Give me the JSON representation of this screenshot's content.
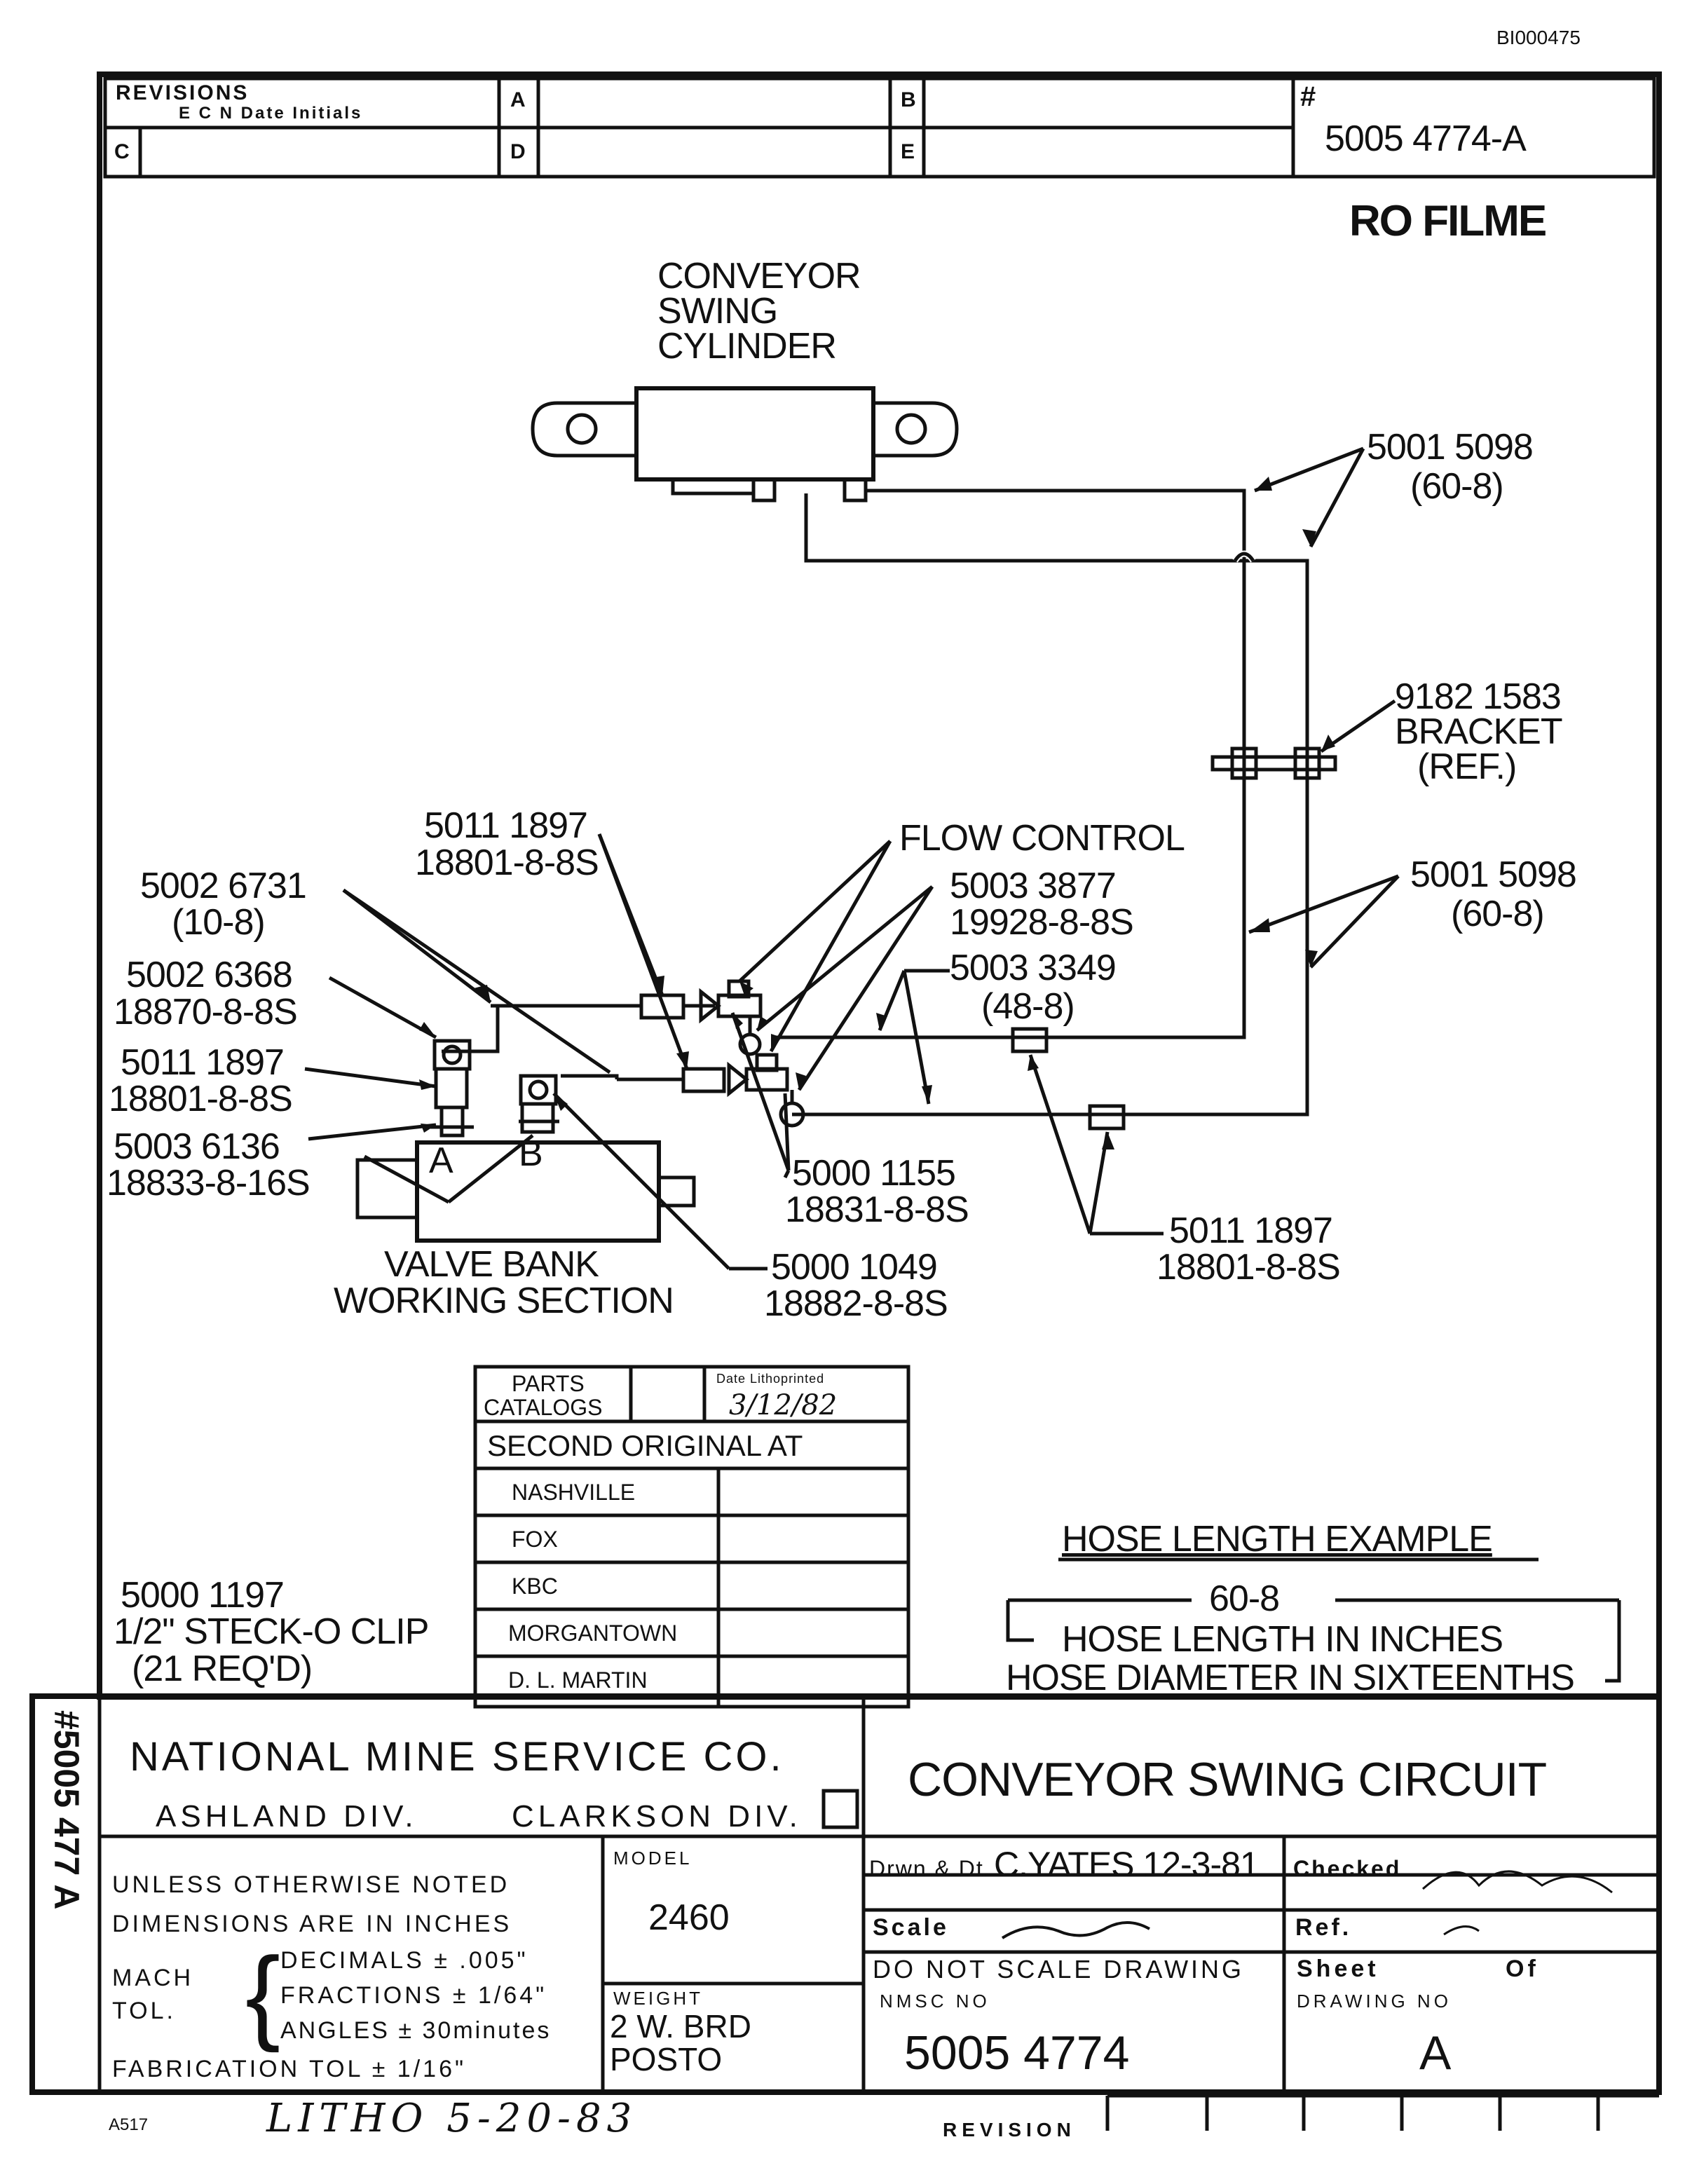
{
  "doc_id": "BI000475",
  "revisions": {
    "heading": "REVISIONS",
    "subheading": "E C N  Date  Initials",
    "slots": [
      "A",
      "B",
      "C",
      "D",
      "E"
    ]
  },
  "drawing_ref": "5005 4774-A",
  "stamp_partial": "RO FILME",
  "components": {
    "cylinder": [
      "CONVEYOR",
      "SWING",
      "CYLINDER"
    ],
    "hose_upper_a": [
      "5001 5098",
      "(60-8)"
    ],
    "bracket": [
      "9182 1583",
      "BRACKET",
      "(REF.)"
    ],
    "hose_upper_b": [
      "5001 5098",
      "(60-8)"
    ],
    "flow_control": "FLOW CONTROL",
    "fitting_top": [
      "5011 1897",
      "18801-8-8S"
    ],
    "part_26731": [
      "5002 6731",
      "(10-8)"
    ],
    "part_33877": [
      "5003 3877",
      "19928-8-8S"
    ],
    "part_33349": [
      "5003 3349",
      "(48-8)"
    ],
    "part_26368": [
      "5002 6368",
      "18870-8-8S"
    ],
    "fitting_left": [
      "5011 1897",
      "18801-8-8S"
    ],
    "part_36136": [
      "5003 6136",
      "18833-8-16S"
    ],
    "part_01155": [
      "5000 1155",
      "18831-8-8S"
    ],
    "fitting_right": [
      "5011 1897",
      "18801-8-8S"
    ],
    "part_01049": [
      "5000 1049",
      "18882-8-8S"
    ],
    "valve_port_a": "A",
    "valve_port_b": "B",
    "valve_bank": [
      "VALVE BANK",
      "WORKING SECTION"
    ],
    "clip": [
      "5000 1197",
      "1/2\" STECK-O CLIP",
      "(21 REQ'D)"
    ]
  },
  "parts_catalog": {
    "label": [
      "PARTS",
      "CATALOGS"
    ],
    "date_heading": "Date Lithoprinted",
    "date_value": "3/12/82",
    "second_original": "SECOND  ORIGINAL  AT",
    "locations": [
      "NASHVILLE",
      "FOX",
      "KBC",
      "MORGANTOWN",
      "D. L. MARTIN"
    ]
  },
  "hose_example": {
    "title": "HOSE LENGTH EXAMPLE",
    "code": "60-8",
    "length_note": "HOSE LENGTH IN INCHES",
    "diameter_note": "HOSE DIAMETER IN SIXTEENTHS"
  },
  "title_block": {
    "company": "NATIONAL MINE SERVICE CO.",
    "division_1": "ASHLAND DIV.",
    "division_2": "CLARKSON DIV.",
    "title": "CONVEYOR SWING CIRCUIT",
    "side_number": "#5005 477  A",
    "notes": [
      "UNLESS OTHERWISE NOTED",
      "DIMENSIONS ARE IN INCHES"
    ],
    "mach_tol": [
      "MACH",
      "TOL."
    ],
    "tolerances": [
      "DECIMALS ± .005\"",
      "FRACTIONS ± 1/64\"",
      "ANGLES ± 30minutes"
    ],
    "fabrication_tol": "FABRICATION TOL  ± 1/16\"",
    "model_label": "MODEL",
    "model_value": "2460",
    "weight_label": "WEIGHT",
    "weight_value": [
      "2 W. BRD",
      "POSTO"
    ],
    "drawn_label": "Drwn.& Dt.",
    "drawn_value": "C.YATES 12-3-81",
    "checked_label": "Checked",
    "scale_label": "Scale",
    "ref_label": "Ref.",
    "do_not_scale": "DO NOT SCALE DRAWING",
    "sheet_label": "Sheet",
    "of_label": "Of",
    "nmsc_label": "NMSC NO",
    "nmsc_value": "5005 4774",
    "drawing_no_label": "DRAWING NO",
    "drawing_no_value": "A"
  },
  "footer": {
    "form_no": "A517",
    "litho": "LITHO 5-20-83",
    "revision_label": "REVISION"
  }
}
